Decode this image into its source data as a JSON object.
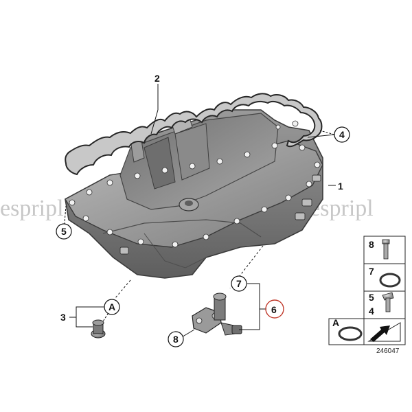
{
  "watermark": {
    "left": "espripl",
    "middle": "ts espripl"
  },
  "callouts": {
    "c1": "1",
    "c2": "2",
    "c3": "3",
    "c4": "4",
    "c5": "5",
    "c6": "6",
    "c7": "7",
    "c8": "8",
    "cA": "A"
  },
  "legend": {
    "r8": "8",
    "r7": "7",
    "r5": "5",
    "r4": "4",
    "rA": "A"
  },
  "diagram_id": "246047",
  "colors": {
    "highlight_circle": "#c0392b",
    "pan": "#8e8e8e",
    "gasket": "#3a3a3a"
  }
}
